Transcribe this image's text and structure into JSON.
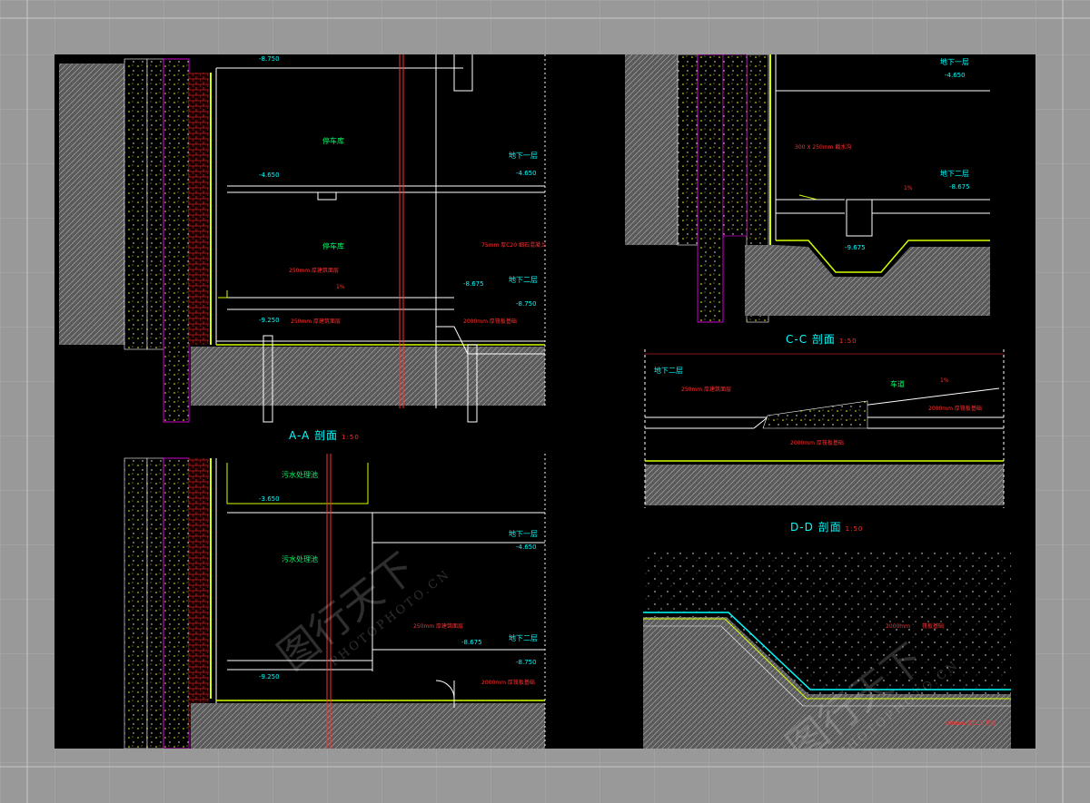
{
  "sections": {
    "aa": {
      "title": "A-A 剖面",
      "scale": "1:50"
    },
    "cc": {
      "title": "C-C 剖面",
      "scale": "1:50"
    },
    "dd": {
      "title": "D-D 剖面",
      "scale": "1:50"
    }
  },
  "levels": {
    "b1_a": "地下一层",
    "b2_a": "地下二层",
    "b1_b": "地下一层",
    "b2_b": "地下二层",
    "b1_c": "地下一层",
    "b2_c": "地下二层",
    "b2_d": "地下二层"
  },
  "elevations": {
    "e1": "-8.750",
    "e2": "-4.650",
    "e3": "-4.650",
    "e4": "-8.675",
    "e5": "-8.750",
    "e6": "-9.250",
    "e7": "-3.650",
    "e8": "-4.650",
    "e9": "-8.675",
    "e10": "-8.750",
    "e11": "-9.250",
    "e12": "-4.650",
    "e13": "-8.675",
    "e14": "-9.675"
  },
  "rooms": {
    "r1": "停车库",
    "r2": "停车库",
    "r3": "污水处理池",
    "r4": "污水处理池",
    "r5": "车道"
  },
  "notes": {
    "n1": "250mm 厚建筑面层",
    "n2": "250mm 厚建筑面层",
    "n3": "2000mm 厚筏板基础",
    "n4": "2000mm 厚筏板基础",
    "n5": "250mm 厚建筑面层",
    "n6": "2000mm 厚筏板基础",
    "n7": "300 X 250mm 截水沟",
    "n8": "250mm 厚建筑面层",
    "n9": "2000mm 厚筏板基础",
    "n10": "2000mm",
    "n11": "筏板基础",
    "n12": "100mm 厚C15 垫层",
    "n13": "75mm 厚C20 细石混凝土",
    "n14": "1%",
    "n15": "1%",
    "n16": "1%"
  },
  "colors": {
    "background": "#000000",
    "concrete": "#ffffff",
    "wall": "#ff3030",
    "waterproof": "#d4ff00",
    "dimension": "#00ffff",
    "soil": "#7a7a7a",
    "fill": "#ffff00"
  },
  "watermark": {
    "brand": "图行天下",
    "url": "PHOTOPHOTO.CN"
  }
}
